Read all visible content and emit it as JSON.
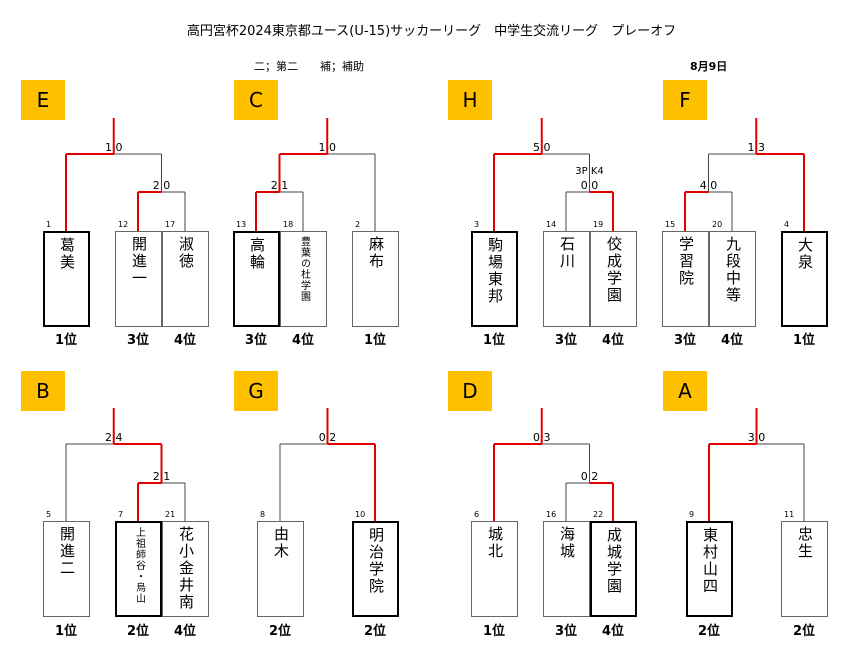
{
  "title": "高円宮杯2024東京都ユース(U-15)サッカーリーグ　中学生交流リーグ　プレーオフ",
  "legend": "二；第二　　補；補助",
  "date": "8月9日",
  "colors": {
    "label_bg": "#FFC000",
    "win_line": "#E00000",
    "line": "#000000"
  },
  "groups": [
    {
      "label": "E",
      "scores": {
        "final": "1 0",
        "semi": "2 0"
      },
      "teams": [
        {
          "seed": "1",
          "name": "葛美",
          "rank": "1位"
        },
        {
          "seed": "12",
          "name": "開進一",
          "rank": "3位"
        },
        {
          "seed": "17",
          "name": "淑徳",
          "rank": "4位"
        }
      ]
    },
    {
      "label": "C",
      "scores": {
        "final": "1 0",
        "semi": "2 1"
      },
      "teams": [
        {
          "seed": "13",
          "name": "高輪",
          "rank": "3位"
        },
        {
          "seed": "18",
          "name": "豊葉の杜学園",
          "rank": "4位"
        },
        {
          "seed": "2",
          "name": "麻布",
          "rank": "1位"
        }
      ]
    },
    {
      "label": "H",
      "scores": {
        "final": "5 0",
        "semi": "0 0",
        "semi_note": "3P K4"
      },
      "teams": [
        {
          "seed": "3",
          "name": "駒場東邦",
          "rank": "1位"
        },
        {
          "seed": "14",
          "name": "石川",
          "rank": "3位"
        },
        {
          "seed": "19",
          "name": "佼成学園",
          "rank": "4位"
        }
      ]
    },
    {
      "label": "F",
      "scores": {
        "final": "1 3",
        "semi": "4 0"
      },
      "teams": [
        {
          "seed": "15",
          "name": "学習院",
          "rank": "3位"
        },
        {
          "seed": "20",
          "name": "九段中等",
          "rank": "4位"
        },
        {
          "seed": "4",
          "name": "大泉",
          "rank": "1位"
        }
      ]
    },
    {
      "label": "B",
      "scores": {
        "final": "2 4",
        "semi": "2 1"
      },
      "teams": [
        {
          "seed": "5",
          "name": "開進二",
          "rank": "1位"
        },
        {
          "seed": "7",
          "name": "上祖師谷・烏山",
          "rank": "2位"
        },
        {
          "seed": "21",
          "name": "花小金井南",
          "rank": "4位"
        }
      ]
    },
    {
      "label": "G",
      "scores": {
        "final": "0 2"
      },
      "teams": [
        {
          "seed": "8",
          "name": "由木",
          "rank": "2位"
        },
        {
          "seed": "10",
          "name": "明治学院",
          "rank": "2位"
        }
      ]
    },
    {
      "label": "D",
      "scores": {
        "final": "0 3",
        "semi": "0 2"
      },
      "teams": [
        {
          "seed": "6",
          "name": "城北",
          "rank": "1位"
        },
        {
          "seed": "16",
          "name": "海城",
          "rank": "3位"
        },
        {
          "seed": "22",
          "name": "成城学園",
          "rank": "4位"
        }
      ]
    },
    {
      "label": "A",
      "scores": {
        "final": "3 0"
      },
      "teams": [
        {
          "seed": "9",
          "name": "東村山四",
          "rank": "2位"
        },
        {
          "seed": "11",
          "name": "忠生",
          "rank": "2位"
        }
      ]
    }
  ]
}
